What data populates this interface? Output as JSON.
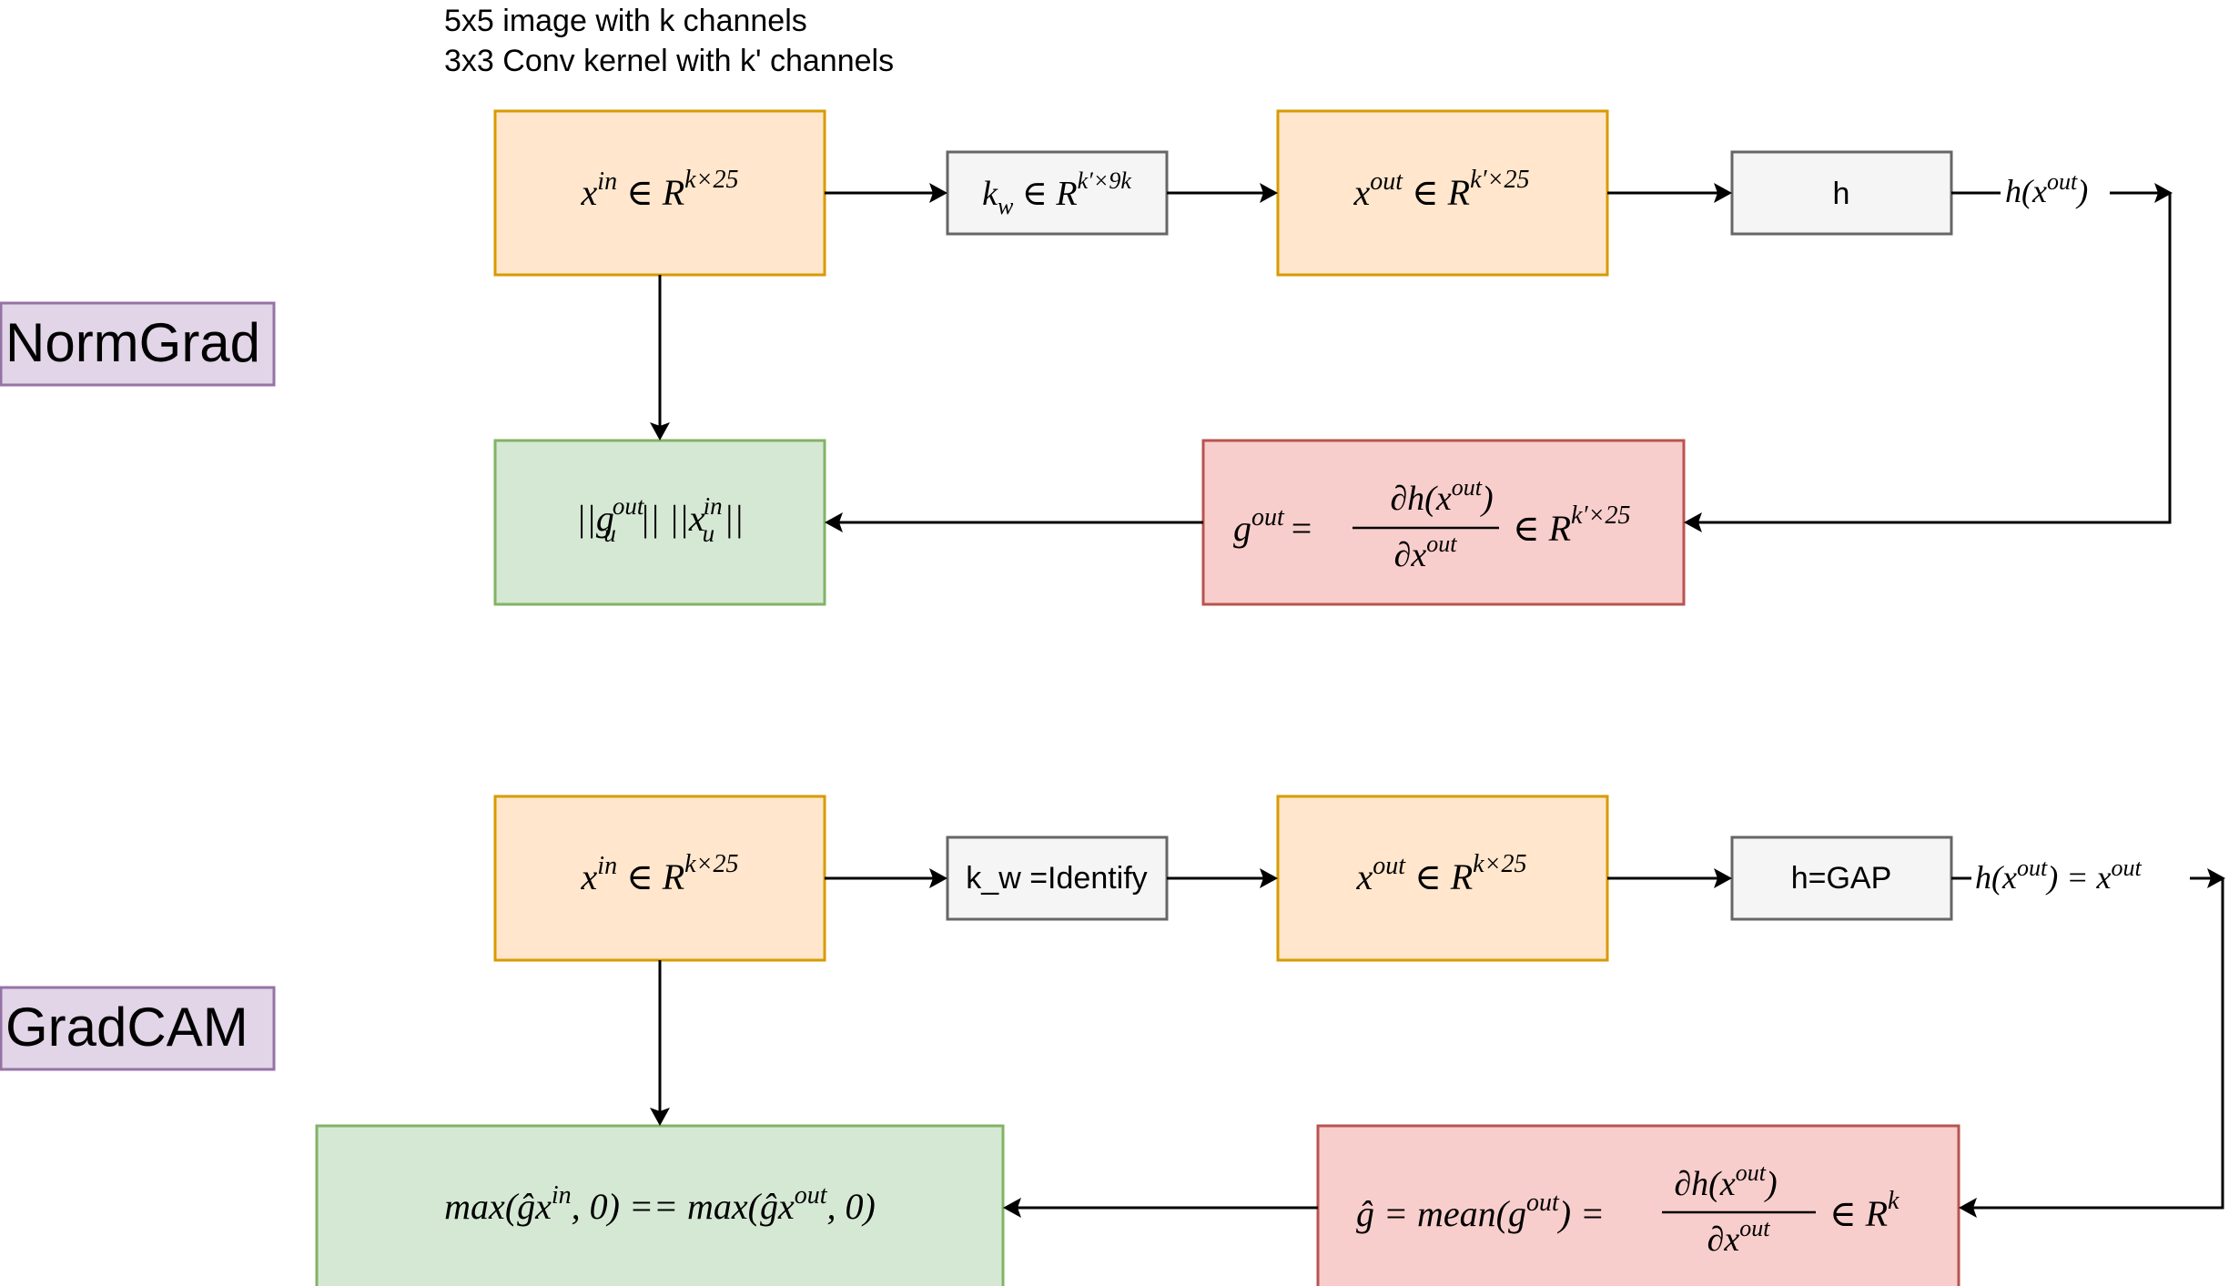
{
  "header": {
    "line1": "5x5 image with k channels",
    "line2": "3x3 Conv kernel with k' channels"
  },
  "normgrad": {
    "label": "NormGrad",
    "x_in": {
      "base": "x",
      "sup": "in",
      "rel": "∈ R",
      "space": "k×25"
    },
    "k_w": {
      "base": "k",
      "sub": "w",
      "rel": "∈ R",
      "space": "k′×9k"
    },
    "x_out": {
      "base": "x",
      "sup": "out",
      "rel": "∈ R",
      "space": "k′×25"
    },
    "h": "h",
    "h_edge_label": {
      "pre": "h(x",
      "sup": "out",
      "post": ")"
    },
    "grad": {
      "lhs_base": "g",
      "lhs_sup": "out",
      "eq": "=",
      "num_pre": "∂h(x",
      "num_sup": "out",
      "num_post": ")",
      "den_pre": "∂x",
      "den_sup": "out",
      "rel": "∈ R",
      "space": "k′×25"
    },
    "result": {
      "p1": "||g",
      "p1_sup": "out",
      "p1_sub": "u",
      "p2": "|| ||x",
      "p2_sup": "in",
      "p2_sub": "u",
      "p3": "||"
    }
  },
  "gradcam": {
    "label": "GradCAM",
    "x_in": {
      "base": "x",
      "sup": "in",
      "rel": "∈ R",
      "space": "k×25"
    },
    "k_w": "k_w =Identify",
    "x_out": {
      "base": "x",
      "sup": "out",
      "rel": "∈ R",
      "space": "k×25"
    },
    "h": "h=GAP",
    "h_edge_label": {
      "pre": "h(x",
      "sup": "out",
      "mid": ") = x",
      "sup2": "out"
    },
    "grad": {
      "lhs": "ĝ = mean(g",
      "lhs_sup": "out",
      "lhs_post": ") =",
      "num_pre": "∂h(x",
      "num_sup": "out",
      "num_post": ")",
      "den_pre": "∂x",
      "den_sup": "out",
      "rel": "∈ R",
      "space": "k"
    },
    "result": {
      "p1": "max(ĝx",
      "p1_sup": "in",
      "p2": ", 0) == max(ĝx",
      "p2_sup": "out",
      "p3": ", 0)"
    }
  },
  "colors": {
    "orange_fill": "#ffe6cc",
    "orange_stroke": "#d79b00",
    "gray_fill": "#f5f5f5",
    "gray_stroke": "#666666",
    "green_fill": "#d5e8d4",
    "green_stroke": "#82b366",
    "red_fill": "#f8cecc",
    "red_stroke": "#b85450",
    "purple_fill": "#e1d5e7",
    "purple_stroke": "#9673a6"
  }
}
